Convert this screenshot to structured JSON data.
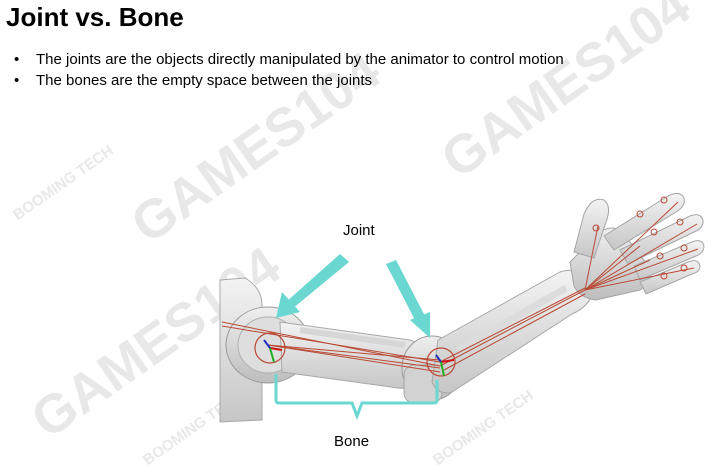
{
  "slide": {
    "title": "Joint vs. Bone",
    "bullets": [
      "The joints are the objects directly manipulated by the animator to control motion",
      "The bones are the empty space between the joints"
    ]
  },
  "figure": {
    "joint_label": "Joint",
    "bone_label": "Bone",
    "arrow_color": "#6ad7d0",
    "bone_line_color": "#b84a35"
  },
  "watermarks": [
    "GAMES104",
    "BOOMING TECH"
  ]
}
